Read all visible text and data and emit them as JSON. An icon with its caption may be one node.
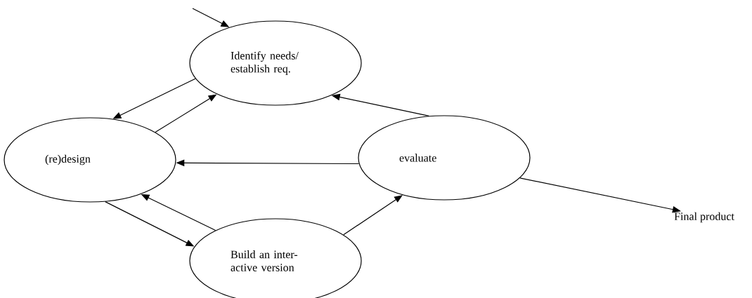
{
  "diagram": {
    "nodes": [
      {
        "text": [
          "Identify needs/ establish req."
        ]
      },
      {
        "text": [
          "(re)design"
        ]
      },
      {
        "text": [
          "evaluate"
        ]
      },
      {
        "text": [
          "Build an inter-active version"
        ]
      },
      {
        "text": [
          "Final product"
        ]
      }
    ],
    "edges": [
      {
        "from": null,
        "to": 0,
        "arrow": "to"
      },
      {
        "from": 0,
        "to": 1,
        "arrow": "to"
      },
      {
        "from": 1,
        "to": 0,
        "arrow": "to"
      },
      {
        "from": 2,
        "to": 0,
        "arrow": "to"
      },
      {
        "from": 2,
        "to": 1,
        "arrow": "to"
      },
      {
        "from": 1,
        "to": 3,
        "arrow": "to"
      },
      {
        "from": 3,
        "to": 1,
        "arrow": "to"
      },
      {
        "from": 3,
        "to": 2,
        "arrow": "to"
      },
      {
        "from": 2,
        "to": 4,
        "arrow": "to"
      }
    ]
  }
}
